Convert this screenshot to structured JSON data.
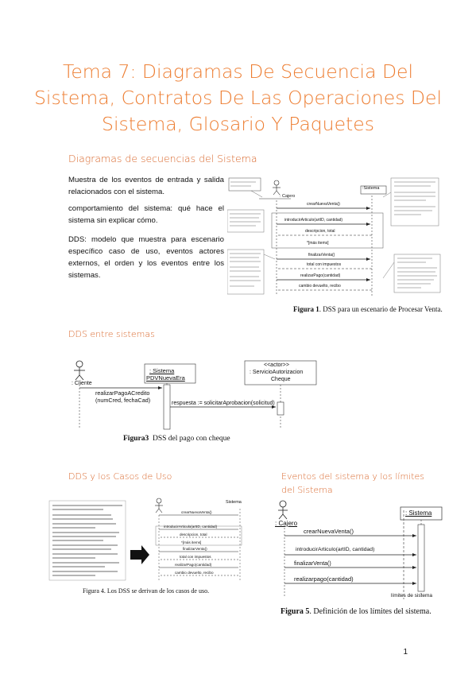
{
  "title": "Tema 7: Diagramas De Secuencia Del Sistema, Contratos De Las Operaciones Del Sistema, Glosario Y Paquetes",
  "section1": {
    "heading": "Diagramas de secuencias del Sistema",
    "p1": "Muestra de los eventos de entrada y salida relacionados con el sistema.",
    "p2": "comportamiento del sistema: qué hace el sistema sin explicar cómo.",
    "p3": "DDS: modelo que muestra para escenario específico caso de uso, eventos actores externos, el orden y los eventos entre los sistemas.",
    "figure": {
      "actor": ": Cajero",
      "system": ":Sistema",
      "messages": [
        "crearNuevaVenta()",
        "introducirArticulo(artID, cantidad)",
        "descripcion, total",
        "*[más items]",
        "finalizarVenta()",
        "total con impuestos",
        "realizarPago(cantidad)",
        "cambio devuelto, recibo"
      ],
      "caption_bold": "Figura 1",
      "caption": ". DSS para un escenario de Procesar Venta."
    }
  },
  "section2": {
    "heading": "DDS entre sistemas",
    "figure": {
      "actor": ": Cliente",
      "system_line1": ": Sistema",
      "system_line2": "PDVNuevaEra",
      "external_line1": "<<actor>>",
      "external_line2": ": ServicioAutorizacion",
      "external_line3": "Cheque",
      "message": "realizarPagoACredito",
      "message_args": "(numCred, fechaCad)",
      "response": "respuesta := solicitarAprobacion(solicitud)",
      "caption_bold": "Figura3",
      "caption": "DSS del pago con cheque"
    }
  },
  "section3": {
    "heading": "DDS y los Casos de Uso",
    "figure": {
      "system": "Sistema",
      "messages": [
        "crearNuevaVenta()",
        "introducirArticulo(artID, cantidad)",
        "descripcion, total",
        "*[más items]",
        "finalizarVenta()",
        "total con impuestos",
        "realizarPago(cantidad)",
        "cambio devuelto, recibo"
      ],
      "caption": "Figura 4. Los DSS se derivan de los casos de uso."
    }
  },
  "section4": {
    "heading": "Eventos del sistema y los límites del Sistema",
    "figure": {
      "actor": ": Cajero",
      "system": ": Sistema",
      "messages": [
        "crearNuevaVenta()",
        "introducirArticulo(artID, cantidad)",
        "finalizarVenta()",
        "realizarpago(cantidad)"
      ],
      "boundary": "límites de sistema",
      "caption_bold": "Figura 5",
      "caption": ". Definición de los límites del sistema."
    }
  },
  "page_number": "1"
}
